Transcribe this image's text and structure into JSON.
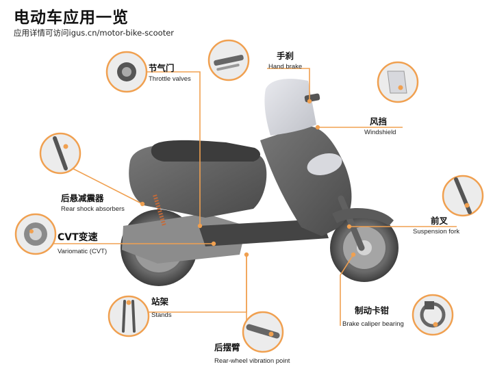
{
  "header": {
    "title": "电动车应用一览",
    "subtitle": "应用详情可访问igus.cn/motor-bike-scooter"
  },
  "colors": {
    "accent": "#f0a050",
    "body_dark": "#5a5a5a",
    "body_mid": "#7a7a7a",
    "windshield": "#dcdde2",
    "circle_bg": "#ececec"
  },
  "parts": [
    {
      "id": "hand-brake",
      "cn": "手刹",
      "en": "Hand brake",
      "icon": "hand-brake-lever-icon"
    },
    {
      "id": "throttle",
      "cn": "节气门",
      "en": "Throttle valves",
      "icon": "throttle-valve-icon"
    },
    {
      "id": "windshield",
      "cn": "风挡",
      "en": "Windshield",
      "icon": "windshield-hinge-icon"
    },
    {
      "id": "rear-shock",
      "cn": "后悬减震器",
      "en": "Rear shock absorbers",
      "icon": "shock-absorber-icon"
    },
    {
      "id": "front-fork",
      "cn": "前叉",
      "en": "Suspension fork",
      "icon": "suspension-fork-icon"
    },
    {
      "id": "cvt",
      "cn": "CVT变速",
      "en": "Variomatic (CVT)",
      "icon": "cvt-pulley-icon"
    },
    {
      "id": "stands",
      "cn": "站架",
      "en": "Stands",
      "icon": "kickstand-icon"
    },
    {
      "id": "brake-caliper",
      "cn": "制动卡钳",
      "en": "Brake caliper bearing",
      "icon": "brake-caliper-icon"
    },
    {
      "id": "swing-arm",
      "cn": "后摆臂",
      "en": "Rear-wheel vibration point",
      "icon": "swing-arm-icon"
    }
  ]
}
